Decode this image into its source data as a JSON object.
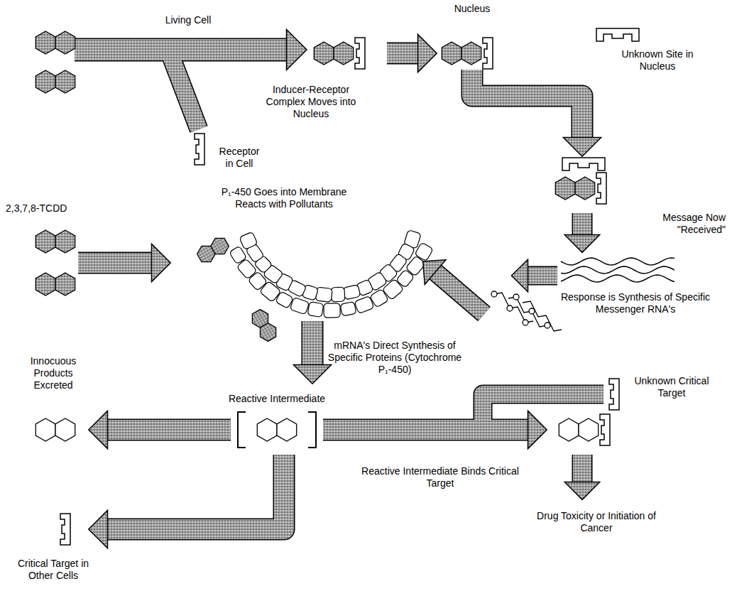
{
  "diagram": {
    "labels": [
      "Living Cell",
      "Nucleus",
      "Unknown Site in Nucleus",
      "Receptor in Cell",
      "Inducer-Receptor Complex Moves into Nucleus",
      "2,3,7,8-TCDD",
      "P₁-450 Goes into Membrane Reacts with Pollutants",
      "Message Now \"Received\"",
      "Response is Synthesis of Specific Messenger RNA's",
      "mRNA's Direct Synthesis of Specific Proteins (Cytochrome P₁-450)",
      "Innocuous Products Excreted",
      "Reactive Intermediate",
      "Unknown Critical Target",
      "Reactive Intermediate Binds Critical Target",
      "Critical Target in Other Cells",
      "Drug Toxicity or Initiation of Cancer"
    ]
  }
}
